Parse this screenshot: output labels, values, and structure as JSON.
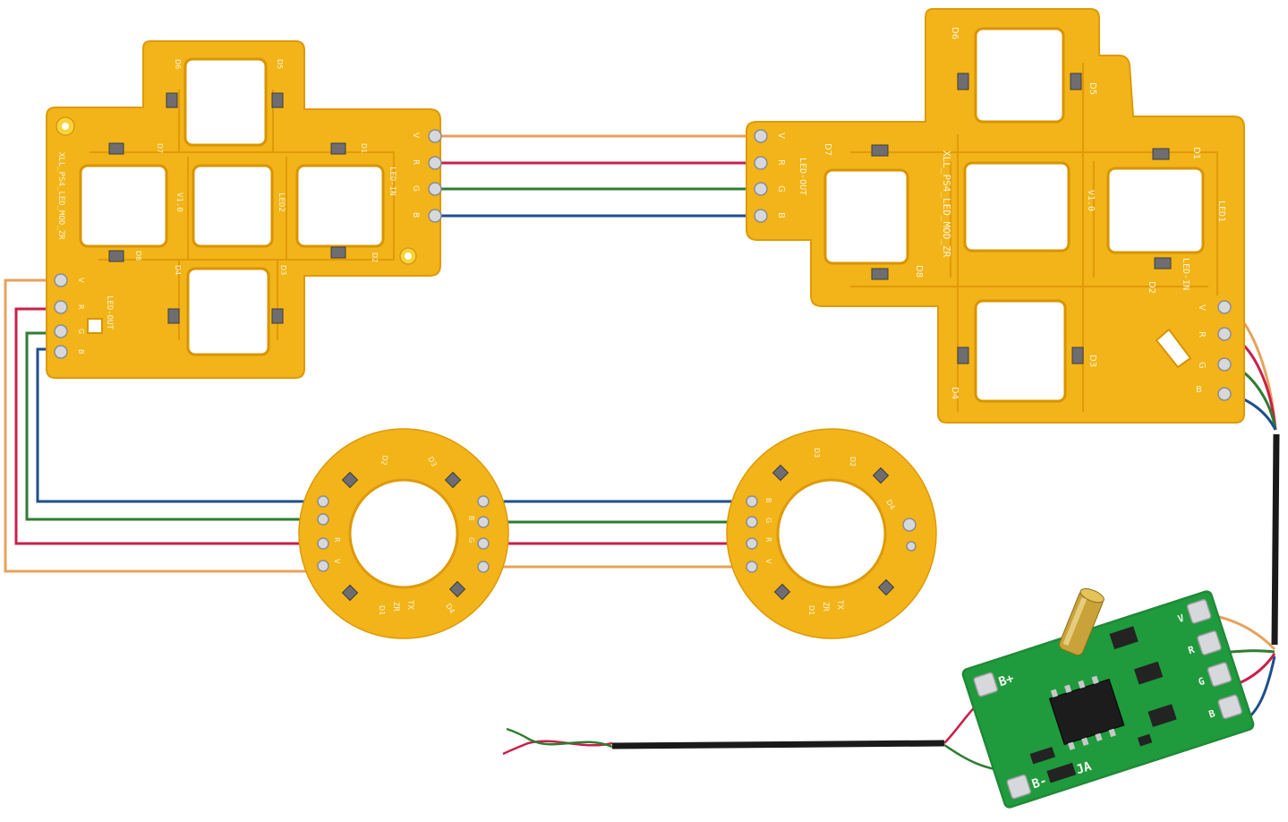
{
  "boards": {
    "left_dpad": {
      "title": "XLL_PS4_LED_MOD_ZR",
      "version": "V1.0",
      "led_label": "LED2",
      "led_refs": [
        "D5",
        "D6",
        "D7",
        "D8",
        "D1",
        "D2",
        "D3",
        "D4"
      ],
      "in_header": "LED-IN",
      "out_header": "LED-OUT",
      "pins": [
        "V",
        "R",
        "G",
        "B"
      ]
    },
    "right_buttons": {
      "title": "XLL_PS4_LED_MOD_ZR",
      "version": "V1.0",
      "led_label": "LED1",
      "led_refs": [
        "D6",
        "D5",
        "D7",
        "D1",
        "D8",
        "D2",
        "D3",
        "D4"
      ],
      "in_header": "LED-IN",
      "out_header": "LED-OUT",
      "pins": [
        "V",
        "R",
        "G",
        "B"
      ]
    },
    "left_ring": {
      "title": "ZR",
      "refs": [
        "D1",
        "D2",
        "D3",
        "D4"
      ],
      "pins": [
        "V",
        "R",
        "G",
        "B"
      ],
      "tag": "TX"
    },
    "right_ring": {
      "title": "ZR",
      "refs": [
        "D1",
        "D2",
        "D3",
        "D4"
      ],
      "pins": [
        "V",
        "R",
        "G",
        "B"
      ],
      "tag": "TX"
    },
    "controller": {
      "chip_label": "JA",
      "pad_b_plus": "B+",
      "pad_b_minus": "B-",
      "out_pins": [
        "V",
        "R",
        "G",
        "B"
      ]
    }
  },
  "wire_colors": {
    "V": "#e8a15a",
    "R": "#c8204a",
    "G": "#2e7d32",
    "B": "#1f4e8c",
    "cable": "#1a1a1a"
  },
  "board_colors": {
    "flex": "#f2b418",
    "flex_edge": "#dd9a0a",
    "pcb": "#1f9a3c",
    "pad": "#d6d8dc"
  }
}
